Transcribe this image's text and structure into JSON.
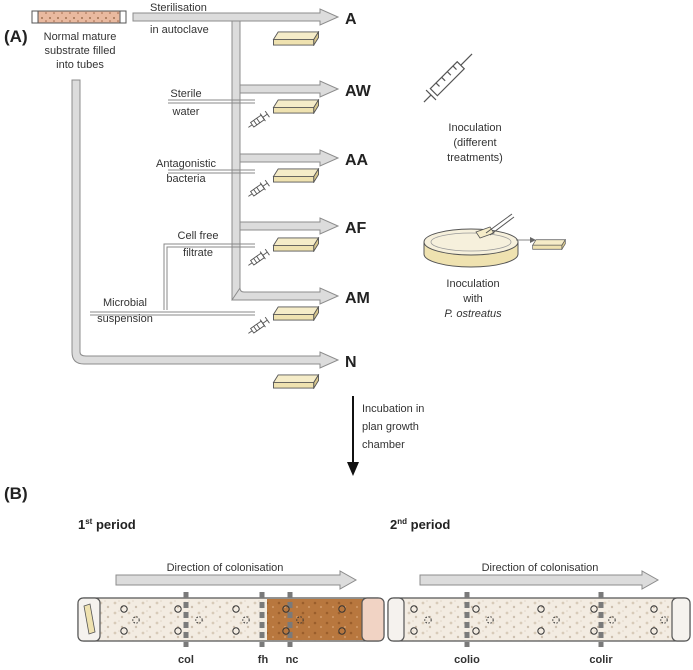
{
  "panel_a": {
    "label": "(A)",
    "substrate_label_1": "Normal mature",
    "substrate_label_2": "substrate filled",
    "substrate_label_3": "into tubes",
    "sterilisation_1": "Sterilisation",
    "sterilisation_2": "in autoclave",
    "sterile_water_1": "Sterile",
    "sterile_water_2": "water",
    "antagonistic_1": "Antagonistic",
    "antagonistic_2": "bacteria",
    "cell_free_1": "Cell free",
    "cell_free_2": "filtrate",
    "microbial_1": "Microbial",
    "microbial_2": "suspension",
    "treatments": [
      "A",
      "AW",
      "AA",
      "AF",
      "AM",
      "N"
    ],
    "inoculation_1": "Inoculation",
    "inoculation_2": "(different",
    "inoculation_3": "treatments)",
    "pleurotus_1": "Inoculation",
    "pleurotus_2": "with",
    "pleurotus_3": "P. ostreatus",
    "incubation_1": "Incubation in",
    "incubation_2": "plan growth",
    "incubation_3": "chamber"
  },
  "panel_b": {
    "label": "(B)",
    "period1_num": "1",
    "period1_sup": "st",
    "period1_text": " period",
    "period2_num": "2",
    "period2_sup": "nd",
    "period2_text": " period",
    "direction": "Direction of colonisation",
    "marks1": [
      "col",
      "fh",
      "nc"
    ],
    "marks2": [
      "colio",
      "colir"
    ]
  },
  "colors": {
    "arrow_fill": "#dcdcdc",
    "arrow_stroke": "#8c8c8c",
    "block_fill": "#efe2b0",
    "block_stroke": "#555555",
    "colonised": "#b8773e",
    "substrate": "#f3ece2",
    "cap": "#f1d3c4"
  },
  "icons": [
    "syringe-icon",
    "petri-dish-icon",
    "substrate-block-icon",
    "tube-icon"
  ]
}
